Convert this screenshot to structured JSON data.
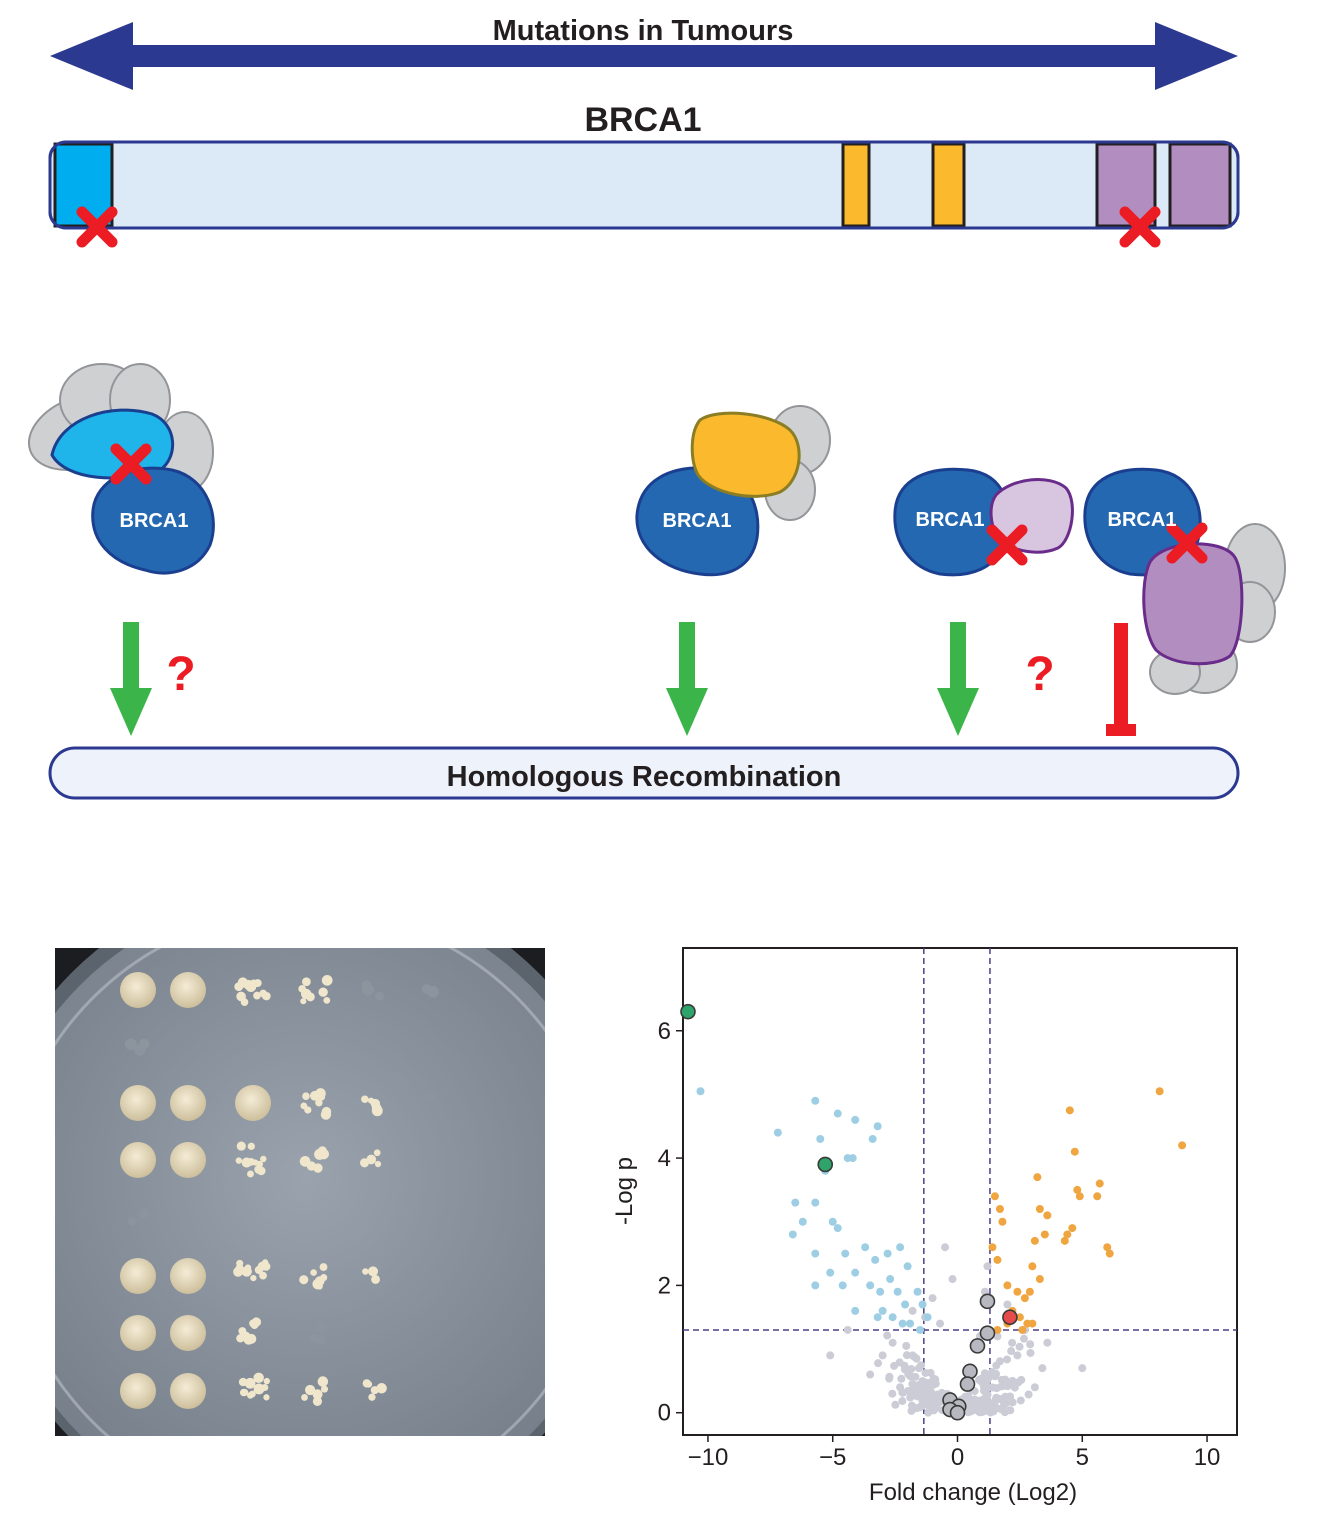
{
  "header": {
    "arrow_label": "Mutations in Tumours",
    "gene_name": "BRCA1"
  },
  "complexes": {
    "label": "BRCA1",
    "question_mark": "?"
  },
  "pathway": {
    "label": "Homologous Recombination"
  },
  "colors": {
    "arrow_navy": "#2b3990",
    "gene_fill": "#dce9f7",
    "ring_domain": "#00aeef",
    "brct_domain": "#b28ec0",
    "orange_motif": "#fbb92d",
    "brca1_protein": "#2468b2",
    "mutation_red": "#ec1c24",
    "activation_green": "#3bb54a",
    "partner_grey": "#cfd0d2"
  },
  "chart_data": {
    "type": "scatter",
    "title": "",
    "xlabel": "Fold change (Log2)",
    "ylabel": "-Log p",
    "xlim": [
      -11,
      11.2
    ],
    "ylim": [
      -0.35,
      7.3
    ],
    "xticks": [
      -10,
      -5,
      0,
      5,
      10
    ],
    "yticks": [
      0,
      2,
      4,
      6
    ],
    "xtick_labels": [
      "−10",
      "−5",
      "0",
      "5",
      "10"
    ],
    "ytick_labels": [
      "0",
      "2",
      "4",
      "6"
    ],
    "thresholds": {
      "x": [
        -1.35,
        1.3
      ],
      "y": 1.3
    },
    "series": [
      {
        "color": "#cbccd5",
        "points": [
          [
            -0.2,
            2.1
          ],
          [
            -0.5,
            2.6
          ],
          [
            1.2,
            2.3
          ],
          [
            1.8,
            0.2
          ],
          [
            1.6,
            1.2
          ],
          [
            -1.3,
            1.5
          ],
          [
            -1.8,
            1.6
          ],
          [
            2.4,
            0.9
          ],
          [
            2.7,
            1.3
          ],
          [
            -2.6,
            1.1
          ],
          [
            -3.5,
            0.6
          ],
          [
            -5.1,
            0.9
          ],
          [
            3.4,
            0.7
          ],
          [
            3.6,
            1.1
          ],
          [
            5.0,
            0.7
          ],
          [
            -4.4,
            1.3
          ],
          [
            -1.0,
            1.8
          ],
          [
            0.9,
            1.2
          ],
          [
            1.1,
            1.9
          ],
          [
            -0.7,
            1.4
          ],
          [
            2.0,
            1.7
          ],
          [
            -3.0,
            0.9
          ],
          [
            3.1,
            0.4
          ],
          [
            -2.3,
            0.4
          ],
          [
            -1.8,
            0.9
          ],
          [
            2.2,
            0.5
          ]
        ]
      },
      {
        "color": "#9dcee4",
        "points": [
          [
            -10.3,
            5.05
          ],
          [
            -5.7,
            4.9
          ],
          [
            -7.2,
            4.4
          ],
          [
            -5.5,
            4.3
          ],
          [
            -4.8,
            4.7
          ],
          [
            -4.1,
            4.6
          ],
          [
            -3.4,
            4.3
          ],
          [
            -3.2,
            4.5
          ],
          [
            -4.4,
            4.0
          ],
          [
            -4.2,
            4.0
          ],
          [
            -5.3,
            3.8
          ],
          [
            -5.7,
            3.3
          ],
          [
            -6.5,
            3.3
          ],
          [
            -5.0,
            3.0
          ],
          [
            -6.2,
            3.0
          ],
          [
            -6.6,
            2.8
          ],
          [
            -5.7,
            2.5
          ],
          [
            -4.8,
            2.9
          ],
          [
            -4.5,
            2.5
          ],
          [
            -5.1,
            2.2
          ],
          [
            -5.7,
            2.0
          ],
          [
            -4.6,
            2.0
          ],
          [
            -4.1,
            2.2
          ],
          [
            -3.7,
            2.6
          ],
          [
            -3.3,
            2.4
          ],
          [
            -3.5,
            2.0
          ],
          [
            -2.8,
            2.5
          ],
          [
            -2.7,
            2.1
          ],
          [
            -3.1,
            1.9
          ],
          [
            -2.3,
            2.6
          ],
          [
            -2.0,
            2.3
          ],
          [
            -2.4,
            1.9
          ],
          [
            -2.1,
            1.7
          ],
          [
            -3.2,
            1.5
          ],
          [
            -3.0,
            1.6
          ],
          [
            -2.6,
            1.5
          ],
          [
            -1.6,
            1.9
          ],
          [
            -1.4,
            1.7
          ],
          [
            -1.9,
            1.4
          ],
          [
            -1.2,
            1.5
          ],
          [
            -4.1,
            1.6
          ],
          [
            -2.2,
            1.4
          ],
          [
            -1.5,
            1.3
          ]
        ]
      },
      {
        "color": "#f0a640",
        "points": [
          [
            1.5,
            3.4
          ],
          [
            1.7,
            3.2
          ],
          [
            1.8,
            3.0
          ],
          [
            1.4,
            2.6
          ],
          [
            1.6,
            2.4
          ],
          [
            3.2,
            3.7
          ],
          [
            3.3,
            3.2
          ],
          [
            3.1,
            2.7
          ],
          [
            3.6,
            3.1
          ],
          [
            3.5,
            2.8
          ],
          [
            3.0,
            2.3
          ],
          [
            3.3,
            2.1
          ],
          [
            2.9,
            1.9
          ],
          [
            2.4,
            1.9
          ],
          [
            2.7,
            1.8
          ],
          [
            2.2,
            1.6
          ],
          [
            2.5,
            1.5
          ],
          [
            2.0,
            1.4
          ],
          [
            1.6,
            1.3
          ],
          [
            2.6,
            1.3
          ],
          [
            2.8,
            1.4
          ],
          [
            3.0,
            1.4
          ],
          [
            4.5,
            4.75
          ],
          [
            4.7,
            4.1
          ],
          [
            4.8,
            3.5
          ],
          [
            4.9,
            3.4
          ],
          [
            4.6,
            2.9
          ],
          [
            4.4,
            2.8
          ],
          [
            5.6,
            3.4
          ],
          [
            5.7,
            3.6
          ],
          [
            6.0,
            2.6
          ],
          [
            6.1,
            2.5
          ],
          [
            8.1,
            5.05
          ],
          [
            9.0,
            4.2
          ],
          [
            4.3,
            2.7
          ],
          [
            2.0,
            2.0
          ]
        ]
      },
      {
        "color": "#b8b9c0",
        "outlined": true,
        "points": [
          [
            1.2,
            1.75
          ],
          [
            1.2,
            1.25
          ],
          [
            0.8,
            1.05
          ],
          [
            0.5,
            0.65
          ],
          [
            0.4,
            0.45
          ],
          [
            -0.3,
            0.2
          ],
          [
            0.05,
            0.1
          ],
          [
            -0.3,
            0.05
          ],
          [
            0.0,
            0.0
          ]
        ]
      },
      {
        "color": "#2ea46a",
        "outlined": true,
        "points": [
          [
            -10.8,
            6.3
          ],
          [
            -5.3,
            3.9
          ]
        ]
      },
      {
        "color": "#e54b4b",
        "outlined": true,
        "points": [
          [
            2.1,
            1.5
          ]
        ]
      }
    ]
  }
}
